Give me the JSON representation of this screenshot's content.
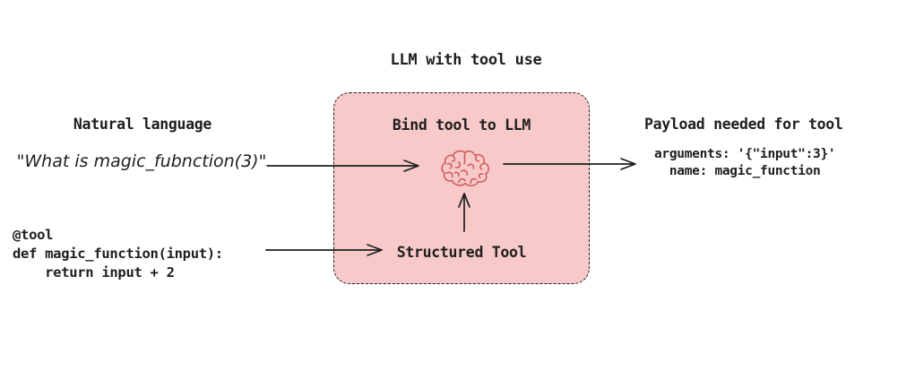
{
  "title": "LLM with tool use",
  "natural_language": {
    "label": "Natural language",
    "quote": "\"What is magic_fubnction(3)\""
  },
  "tool_code": {
    "lines": [
      "@tool",
      "def magic_function(input):",
      "    return input + 2"
    ]
  },
  "bind_box": {
    "title": "Bind tool to LLM",
    "tool_label": "Structured Tool",
    "icon": "brain-icon"
  },
  "payload": {
    "title": "Payload needed for tool",
    "lines": [
      "arguments: '{\"input\":3}'",
      "  name: magic_function"
    ]
  },
  "colors": {
    "box_fill": "#f8c9c9",
    "box_border": "#1e1e1e",
    "brain_stroke": "#cf5b5b",
    "text": "#1e1e1e",
    "arrow": "#1e1e1e"
  }
}
